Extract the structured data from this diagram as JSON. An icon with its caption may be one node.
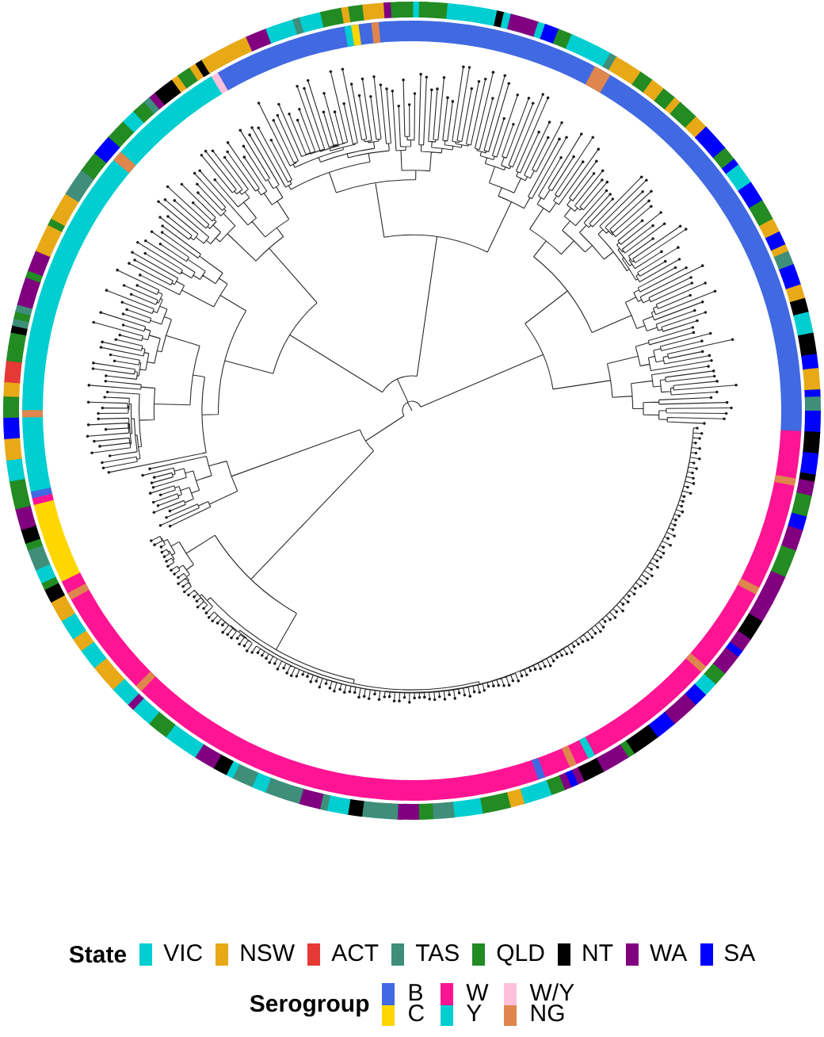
{
  "diagram": {
    "labels": [
      "State",
      "Serogroup"
    ],
    "legend": [
      {
        "text": "VIC",
        "color": "#00ced1"
      },
      {
        "text": "NSW",
        "color": "#e8a917"
      },
      {
        "text": "ACT",
        "color": "#e53935"
      },
      {
        "text": "TAS",
        "color": "#3e8e7a"
      },
      {
        "text": "QLD",
        "color": "#228b22"
      },
      {
        "text": "NT",
        "color": "#000000"
      },
      {
        "text": "WA",
        "color": "#800080"
      },
      {
        "text": "SA",
        "color": "#0000ff"
      },
      {
        "text": "B",
        "color": "#4169e1"
      },
      {
        "text": "W",
        "color": "#ff1493"
      },
      {
        "text": "W/Y",
        "color": "#ffc0db"
      },
      {
        "text": "C",
        "color": "#ffd700"
      },
      {
        "text": "Y",
        "color": "#00ced1"
      },
      {
        "text": "NG",
        "color": "#de864e"
      }
    ]
  }
}
